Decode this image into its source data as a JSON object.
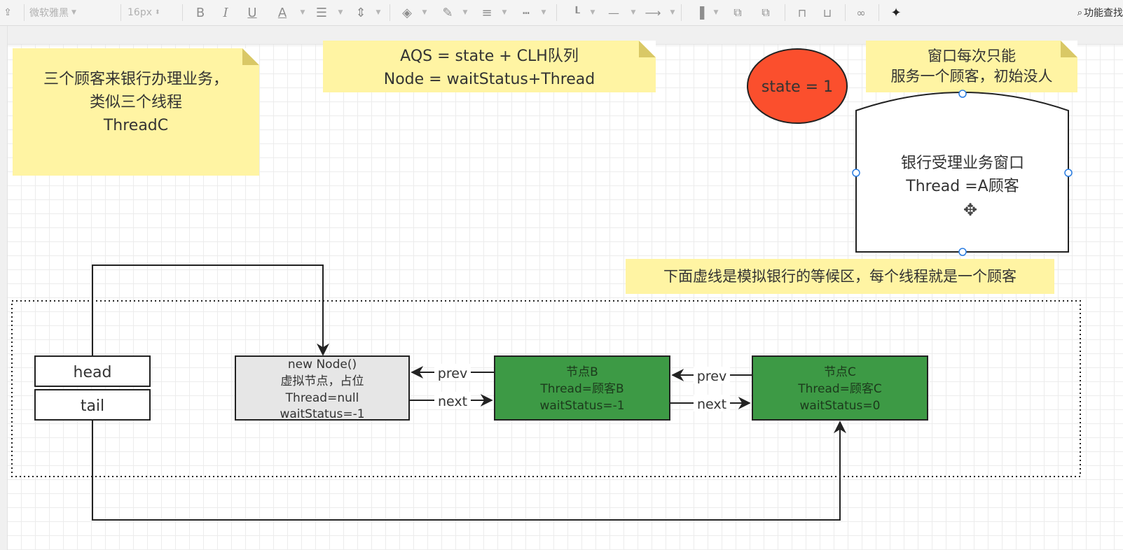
{
  "toolbar": {
    "font_family": "微软雅黑",
    "font_size": "16px",
    "bold": "B",
    "italic": "I",
    "underline": "U",
    "font_color": "A",
    "search_label": "功能查找"
  },
  "notes": {
    "customers": "三个顾客来银行办理业务，\n类似三个线程\nThreadC",
    "aqs": "AQS = state + CLH队列\nNode = waitStatus+Thread",
    "window": "窗口每次只能\n服务一个顾客，初始没人",
    "waiting": "下面虚线是模拟银行的等候区，每个线程就是一个顾客"
  },
  "state": {
    "label": "state = 1",
    "color": "#fb4f2d"
  },
  "bank_window": {
    "line1": "银行受理业务窗口",
    "line2": "Thread =A顾客"
  },
  "head_tail": {
    "head": "head",
    "tail": "tail"
  },
  "dummy_node": {
    "lines": [
      "new Node()",
      "虚拟节点，占位",
      "Thread=null",
      "waitStatus=-1"
    ],
    "color": "#e6e6e6"
  },
  "node_b": {
    "lines": [
      "节点B",
      "Thread=顾客B",
      "waitStatus=-1"
    ],
    "color": "#3d9a45"
  },
  "node_c": {
    "lines": [
      "节点C",
      "Thread=顾客C",
      "waitStatus=0"
    ],
    "color": "#3d9a45"
  },
  "edges": {
    "prev": "prev",
    "next": "next"
  },
  "colors": {
    "note": "#fff4a3",
    "line": "#222222"
  }
}
